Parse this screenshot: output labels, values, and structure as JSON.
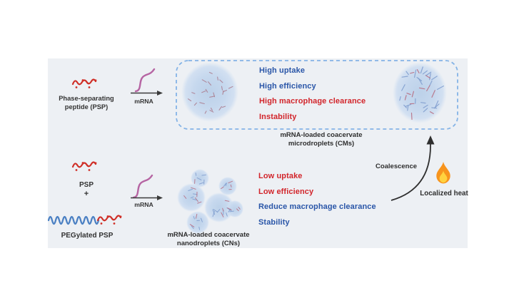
{
  "figure": {
    "background": "#ffffff",
    "panel_background": "#edf0f4"
  },
  "colors": {
    "blue_text": "#2a56a8",
    "red_text": "#d2252b",
    "dashed_border": "#84b3e6",
    "droplet_blue": "#c6d8ec",
    "peptide_red": "#cf2e26",
    "peg_blue": "#4b80c3",
    "mrna_pink": "#b665a3",
    "flame_orange": "#f7941d",
    "flame_yellow": "#ffd23f"
  },
  "top_pathway": {
    "reactant_label": {
      "line1": "Phase-separating",
      "line2": "peptide (PSP)"
    },
    "arrow_label": "mRNA",
    "outcomes": [
      {
        "text": "High uptake",
        "color": "blue"
      },
      {
        "text": "High efficiency",
        "color": "blue"
      },
      {
        "text": "High macrophage clearance",
        "color": "red"
      },
      {
        "text": "Instability",
        "color": "red"
      }
    ],
    "caption": {
      "line1": "mRNA-loaded coacervate",
      "line2": "microdroplets (CMs)"
    }
  },
  "bottom_pathway": {
    "reactant1_label": "PSP",
    "plus_sign": "+",
    "reactant2_label": "PEGylated PSP",
    "arrow_label": "mRNA",
    "outcomes": [
      {
        "text": "Low uptake",
        "color": "red"
      },
      {
        "text": "Low efficiency",
        "color": "red"
      },
      {
        "text": "Reduce macrophage clearance",
        "color": "blue"
      },
      {
        "text": "Stability",
        "color": "blue"
      }
    ],
    "caption": {
      "line1": "mRNA-loaded coacervate",
      "line2": "nanodroplets (CNs)"
    }
  },
  "transition": {
    "coalescence_label": "Coalescence",
    "heat_label": "Localized heat",
    "heat_icon": "flame-icon"
  }
}
